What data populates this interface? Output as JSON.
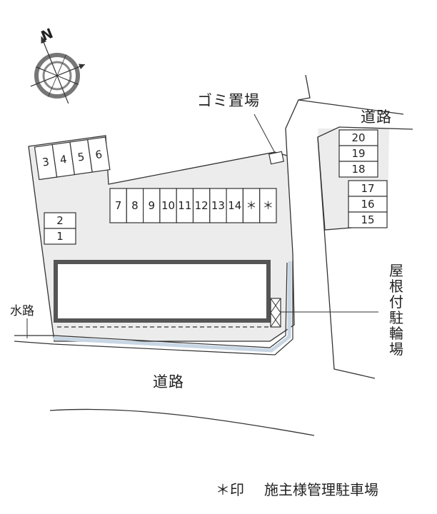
{
  "labels": {
    "road_top_right": "道路",
    "road_bottom": "道路",
    "garbage": "ゴミ置場",
    "waterway": "水路",
    "bicycle_parking": "屋根付駐輪場",
    "compass_north": "N",
    "footnote_mark": "＊印",
    "footnote_text": "施主様管理駐車場"
  },
  "parking": {
    "left_angled": [
      "3",
      "4",
      "5",
      "6"
    ],
    "left_stack": [
      "2",
      "1"
    ],
    "center_row": [
      "7",
      "8",
      "9",
      "10",
      "11",
      "12",
      "13",
      "14",
      "＊",
      "＊"
    ],
    "right_stack_top": [
      "20",
      "19",
      "18"
    ],
    "right_stack_bottom": [
      "17",
      "16",
      "15"
    ]
  }
}
